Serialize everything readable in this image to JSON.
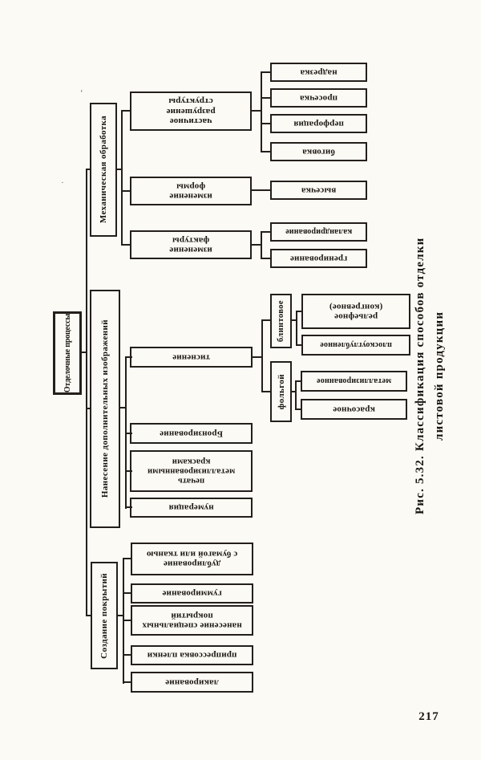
{
  "page": {
    "number": "217",
    "caption": "Рис. 5.32. Классификация способов отделки\nлистовой продукции"
  },
  "tree": {
    "root": "Отделочные процессы",
    "b_mech": "Механическая обработка",
    "b_images": "Нанесение дополнительных изображений",
    "b_coatings": "Создание покрытий",
    "mech": {
      "destruction": "частичное\nразрушение\nструктуры",
      "destruction_leaves": [
        "надрезка",
        "просечка",
        "перфорация",
        "биговка"
      ],
      "form": "изменение\nформы",
      "form_leaves": [
        "высечка"
      ],
      "texture": "изменение\nфактуры",
      "texture_leaves": [
        "каландрирование",
        "гренирование"
      ]
    },
    "images": {
      "embossing": "тиснение",
      "blind": "блинтовое",
      "blind_leaves": [
        "рельефное\n(конгревное)",
        "плоскоуглубленное"
      ],
      "foil": "фольгой",
      "foil_leaves": [
        "металлизированное",
        "красочное"
      ],
      "bronzing": "Бронзирование",
      "metallic_print": "печать\nметаллизированными\nкрасками",
      "numbering": "нумерация"
    },
    "coatings": {
      "leaves": [
        "дублирование\nс бумагой или тканью",
        "гуммирование",
        "нанесение специальных\nпокрытий",
        "припрессовка пленки",
        "лакирование"
      ]
    }
  }
}
